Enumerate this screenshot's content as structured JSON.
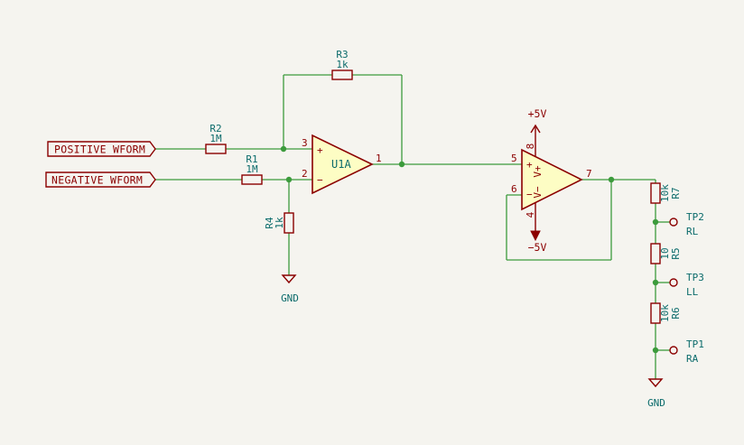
{
  "labels": {
    "positive_wform": "POSITIVE WFORM",
    "negative_wform": "NEGATIVE WFORM"
  },
  "components": {
    "R1": {
      "ref": "R1",
      "value": "1M"
    },
    "R2": {
      "ref": "R2",
      "value": "1M"
    },
    "R3": {
      "ref": "R3",
      "value": "1k"
    },
    "R4": {
      "ref": "R4",
      "value": "1k"
    },
    "R5": {
      "ref": "R5",
      "value": "10"
    },
    "R6": {
      "ref": "R6",
      "value": "10k"
    },
    "R7": {
      "ref": "R7",
      "value": "10k"
    },
    "U1A": {
      "ref": "U1A",
      "pin_noninv": "3",
      "pin_inv": "2",
      "pin_out": "1",
      "plus": "+",
      "minus": "−"
    },
    "U1B": {
      "pin_noninv": "5",
      "pin_inv": "6",
      "pin_out": "7",
      "pin_vpos": "8",
      "pin_vneg": "4",
      "vpos_label": "V+",
      "vneg_label": "V−",
      "plus": "+",
      "minus": "−"
    }
  },
  "power": {
    "vpos": "+5V",
    "vneg": "−5V",
    "gnd_left": "GND",
    "gnd_right": "GND"
  },
  "testpoints": [
    {
      "ref": "TP2",
      "name": "RL"
    },
    {
      "ref": "TP3",
      "name": "LL"
    },
    {
      "ref": "TP1",
      "name": "RA"
    }
  ],
  "colors": {
    "background": "#f5f4ef",
    "wire": "#3c9b3c",
    "symbol": "#8b0000",
    "opamp_fill": "#fdfdc4",
    "text": "#0b6b6b"
  }
}
